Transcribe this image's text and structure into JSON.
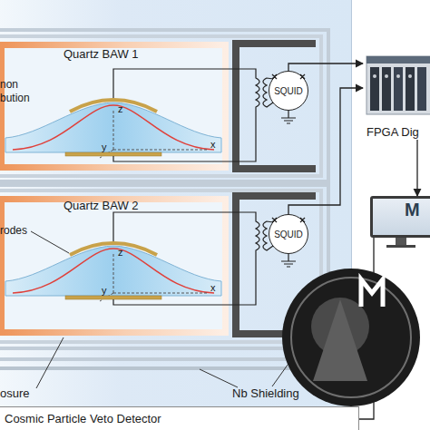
{
  "diagram": {
    "nodes": [
      {
        "text": [
          "n"
        ]
      },
      {
        "text": [
          "Quartz BAW 1",
          "non bution"
        ],
        "in": 0
      },
      {
        "text": [
          "SQUID"
        ],
        "in": 0
      },
      {
        "text": [
          "Quartz BAW 2",
          "rodes"
        ],
        "in": 0
      },
      {
        "text": [
          "SQUID"
        ],
        "in": 0
      },
      {
        "text": [
          "FPGA Dig"
        ]
      },
      {
        "text": [
          "M"
        ]
      },
      {
        "text": [
          "Cosmic Particle Veto Detector"
        ]
      }
    ],
    "edges": [
      {
        "from": 2,
        "to": 5,
        "arrow": "to"
      },
      {
        "from": 4,
        "to": 5,
        "arrow": "to"
      },
      {
        "from": 5,
        "to": 6,
        "arrow": "to"
      },
      {
        "from": 7,
        "to": 6,
        "arrow": "none"
      }
    ],
    "labels": [
      "z",
      "y",
      "x",
      "z",
      "y",
      "x",
      "osure",
      "Nb Shielding"
    ]
  }
}
